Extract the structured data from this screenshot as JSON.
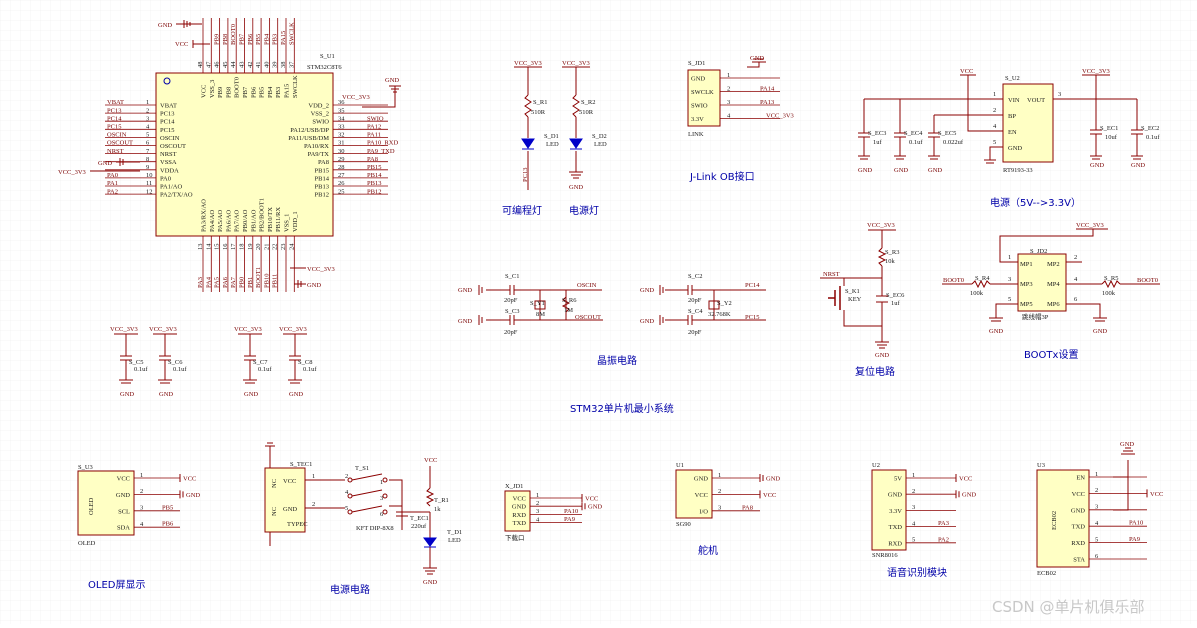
{
  "mcu": {
    "ref": "S_U1",
    "part": "STM32C8T6",
    "vcc_label": "VCC",
    "gnd_label": "GND",
    "left_pins": [
      {
        "num": "1",
        "name": "VBAT",
        "net": "VBAT"
      },
      {
        "num": "2",
        "name": "PC13",
        "net": "PC13"
      },
      {
        "num": "3",
        "name": "PC14",
        "net": "PC14"
      },
      {
        "num": "4",
        "name": "PC15",
        "net": "PC15"
      },
      {
        "num": "5",
        "name": "OSCIN",
        "net": "OSCIN"
      },
      {
        "num": "6",
        "name": "OSCOUT",
        "net": "OSCOUT"
      },
      {
        "num": "7",
        "name": "NRST",
        "net": "NRST"
      },
      {
        "num": "8",
        "name": "VSSA",
        "net": "GND"
      },
      {
        "num": "9",
        "name": "VDDA",
        "net": "VCC_3V3"
      },
      {
        "num": "10",
        "name": "PA0",
        "net": "PA0"
      },
      {
        "num": "11",
        "name": "PA1/AO",
        "net": "PA1"
      },
      {
        "num": "12",
        "name": "PA2/TX/AO",
        "net": "PA2"
      }
    ],
    "right_pins": [
      {
        "num": "36",
        "name": "VDD_2",
        "net": "VCC_3V3"
      },
      {
        "num": "35",
        "name": "VSS_2",
        "net": ""
      },
      {
        "num": "34",
        "name": "SWIO",
        "net": "SWIO"
      },
      {
        "num": "33",
        "name": "PA12/USB/DP",
        "net": "PA12"
      },
      {
        "num": "32",
        "name": "PA11/USB/DM",
        "net": "PA11"
      },
      {
        "num": "31",
        "name": "PA10/RX",
        "net": "PA10_RXD"
      },
      {
        "num": "30",
        "name": "PA9/TX",
        "net": "PA9_TXD"
      },
      {
        "num": "29",
        "name": "PA8",
        "net": "PA8"
      },
      {
        "num": "28",
        "name": "PB15",
        "net": "PB15"
      },
      {
        "num": "27",
        "name": "PB14",
        "net": "PB14"
      },
      {
        "num": "26",
        "name": "PB13",
        "net": "PB13"
      },
      {
        "num": "25",
        "name": "PB12",
        "net": "PB12"
      }
    ],
    "top_pins": [
      {
        "num": "48",
        "name": "VCC"
      },
      {
        "num": "47",
        "name": "VSS_3"
      },
      {
        "num": "46",
        "name": "PB9"
      },
      {
        "num": "45",
        "name": "PB8"
      },
      {
        "num": "44",
        "name": "BOOT0"
      },
      {
        "num": "43",
        "name": "PB7"
      },
      {
        "num": "42",
        "name": "PB6"
      },
      {
        "num": "41",
        "name": "PB5"
      },
      {
        "num": "40",
        "name": "PB4"
      },
      {
        "num": "39",
        "name": "PB3"
      },
      {
        "num": "38",
        "name": "PA15"
      },
      {
        "num": "37",
        "name": "SWCLK"
      }
    ],
    "top_nets": [
      "",
      "",
      "PB9",
      "PB8",
      "BOOT0",
      "PB7",
      "PB6",
      "PB5",
      "PB4",
      "PB3",
      "PA15",
      "SWCLK"
    ],
    "bottom_pins": [
      {
        "num": "13",
        "name": "PA3/RX/AO"
      },
      {
        "num": "14",
        "name": "PA4/AO"
      },
      {
        "num": "15",
        "name": "PA5/AO"
      },
      {
        "num": "16",
        "name": "PA6/AO"
      },
      {
        "num": "17",
        "name": "PA7/AO"
      },
      {
        "num": "18",
        "name": "PB0/AO"
      },
      {
        "num": "19",
        "name": "PB1/AO"
      },
      {
        "num": "20",
        "name": "PB2/BOOT1"
      },
      {
        "num": "21",
        "name": "PB10/TX"
      },
      {
        "num": "22",
        "name": "PB11/RX"
      },
      {
        "num": "23",
        "name": "VSS_1"
      },
      {
        "num": "24",
        "name": "VDD_1"
      }
    ],
    "bottom_nets": [
      "PA3",
      "PA4",
      "PA5",
      "PA6",
      "PA7",
      "PB0",
      "PB1",
      "BOOT1",
      "PB10",
      "PB11",
      "",
      ""
    ],
    "power_net": "VCC_3V3",
    "gnd_net": "GND"
  },
  "decoupling": [
    {
      "ref": "S_C5",
      "value": "0.1uf",
      "vcc": "VCC_3V3",
      "gnd": "GND"
    },
    {
      "ref": "S_C6",
      "value": "0.1uf",
      "vcc": "VCC_3V3",
      "gnd": "GND"
    },
    {
      "ref": "S_C7",
      "value": "0.1uf",
      "vcc": "VCC_3V3",
      "gnd": "GND"
    },
    {
      "ref": "S_C8",
      "value": "0.1uf",
      "vcc": "VCC_3V3",
      "gnd": "GND"
    }
  ],
  "leds": {
    "caption_prog": "可编程灯",
    "caption_power": "电源灯",
    "prog": {
      "vcc": "VCC_3V3",
      "r_ref": "S_R1",
      "r_val": "510R",
      "d_ref": "S_D1",
      "d_val": "LED",
      "net": "PC13"
    },
    "power": {
      "vcc": "VCC_3V3",
      "r_ref": "S_R2",
      "r_val": "510R",
      "d_ref": "S_D2",
      "d_val": "LED",
      "gnd": "GND"
    }
  },
  "jlink": {
    "ref": "S_JD1",
    "part": "LINK",
    "caption": "J-Link OB接口",
    "gnd": "GND",
    "pins": [
      {
        "num": "1",
        "name": "GND",
        "net": ""
      },
      {
        "num": "2",
        "name": "SWCLK",
        "net": "PA14"
      },
      {
        "num": "3",
        "name": "SWIO",
        "net": "PA13"
      },
      {
        "num": "4",
        "name": "3.3V",
        "net": "VCC_3V3"
      }
    ]
  },
  "power_reg": {
    "caption": "电源（5V-->3.3V）",
    "ref": "S_U2",
    "part": "RT9193-33",
    "vin": "VCC",
    "vout": "VCC_3V3",
    "pins": [
      {
        "num": "1",
        "name": "VIN"
      },
      {
        "num": "2",
        "name": "BP"
      },
      {
        "num": "3",
        "name": "VOUT"
      },
      {
        "num": "4",
        "name": "EN"
      },
      {
        "num": "5",
        "name": "GND"
      }
    ],
    "right_pin_names": [
      "VOUT"
    ],
    "caps": [
      {
        "ref": "S_EC3",
        "value": "1uf",
        "gnd": "GND"
      },
      {
        "ref": "S_EC4",
        "value": "0.1uf",
        "gnd": "GND"
      },
      {
        "ref": "S_EC5",
        "value": "0.022uf",
        "gnd": "GND"
      },
      {
        "ref": "S_EC1",
        "value": "10uf",
        "gnd": "GND"
      },
      {
        "ref": "S_EC2",
        "value": "0.1uf",
        "gnd": "GND"
      }
    ]
  },
  "crystal": {
    "caption": "晶振电路",
    "hse": {
      "c1": "S_C1",
      "c1_val": "20pF",
      "c3": "S_C3",
      "c3_val": "20pF",
      "y": "S_Y1",
      "y_val": "8M",
      "r": "S_R6",
      "r_val": "1M",
      "in": "OSCIN",
      "out": "OSCOUT",
      "gnd": "GND"
    },
    "lse": {
      "c1": "S_C2",
      "c1_val": "20pF",
      "c3": "S_C4",
      "c3_val": "20pF",
      "y": "S_Y2",
      "y_val": "32.768K",
      "in": "PC14",
      "out": "PC15",
      "gnd": "GND"
    }
  },
  "reset": {
    "caption": "复位电路",
    "vcc": "VCC_3V3",
    "r_ref": "S_R3",
    "r_val": "10k",
    "k_ref": "S_K1",
    "k_val": "KEY",
    "c_ref": "S_EC6",
    "c_val": "1uf",
    "net": "NRST",
    "gnd": "GND"
  },
  "boot": {
    "caption": "BOOTx设置",
    "ref": "S_JD2",
    "part": "跳线帽3P",
    "vcc": "VCC_3V3",
    "pins": [
      {
        "num": "1",
        "name": "MP1"
      },
      {
        "num": "2",
        "name": "MP2"
      },
      {
        "num": "3",
        "name": "MP3"
      },
      {
        "num": "4",
        "name": "MP4"
      },
      {
        "num": "5",
        "name": "MP5"
      },
      {
        "num": "6",
        "name": "MP6"
      }
    ],
    "r4": "S_R4",
    "r4_val": "100k",
    "r5": "S_R5",
    "r5_val": "100k",
    "net_left": "BOOT0",
    "net_right": "BOOT0",
    "gnd": "GND"
  },
  "title": "STM32单片机最小系统",
  "oled": {
    "caption": "OLED屏显示",
    "ref": "S_U3",
    "part": "OLED",
    "body": "OLED",
    "pins": [
      {
        "num": "1",
        "name": "VCC",
        "net": "VCC"
      },
      {
        "num": "2",
        "name": "GND",
        "net": "GND"
      },
      {
        "num": "3",
        "name": "SCL",
        "net": "PB5"
      },
      {
        "num": "4",
        "name": "SDA",
        "net": "PB6"
      }
    ]
  },
  "power_input": {
    "caption": "电源电路",
    "tec_ref": "S_TEC1",
    "tec_part": "TYPEC",
    "tec_pins": [
      {
        "num": "1",
        "name": "VCC"
      },
      {
        "num": "2",
        "name": "GND"
      }
    ],
    "nc": "NC",
    "switch_ref": "T_S1",
    "switch_part": "KFT DIP-8X8",
    "switch_pins": [
      "1",
      "2",
      "3",
      "4",
      "5",
      "6"
    ],
    "r_ref": "T_R1",
    "r_val": "1k",
    "c_ref": "T_EC1",
    "c_val": "220uf",
    "d_ref": "T_D1",
    "d_val": "LED",
    "vcc": "VCC",
    "gnd": "GND"
  },
  "uart": {
    "ref": "X_JD1",
    "caption": "下载口",
    "pins": [
      {
        "num": "1",
        "name": "VCC",
        "net": "VCC"
      },
      {
        "num": "2",
        "name": "GND",
        "net": "GND"
      },
      {
        "num": "3",
        "name": "RXD",
        "net": "PA10"
      },
      {
        "num": "4",
        "name": "TXD",
        "net": "PA9"
      }
    ]
  },
  "servo": {
    "caption": "舵机",
    "ref": "U1",
    "part": "SG90",
    "pins": [
      {
        "num": "1",
        "name": "GND",
        "net": "GND"
      },
      {
        "num": "2",
        "name": "VCC",
        "net": "VCC"
      },
      {
        "num": "3",
        "name": "I/O",
        "net": "PA8"
      }
    ]
  },
  "voice": {
    "caption": "语音识别模块",
    "ref": "U2",
    "part": "SNR8016",
    "pins": [
      {
        "num": "1",
        "name": "5V",
        "net": "VCC"
      },
      {
        "num": "2",
        "name": "GND",
        "net": "GND"
      },
      {
        "num": "3",
        "name": "3.3V",
        "net": ""
      },
      {
        "num": "4",
        "name": "TXD",
        "net": "PA3"
      },
      {
        "num": "5",
        "name": "RXD",
        "net": "PA2"
      }
    ]
  },
  "ecb": {
    "ref": "U3",
    "part": "ECB02",
    "body": "ECB02",
    "pins": [
      {
        "num": "1",
        "name": "EN",
        "net": ""
      },
      {
        "num": "2",
        "name": "VCC",
        "net": "VCC"
      },
      {
        "num": "3",
        "name": "GND",
        "net": ""
      },
      {
        "num": "4",
        "name": "TXD",
        "net": "PA10"
      },
      {
        "num": "5",
        "name": "RXD",
        "net": "PA9"
      },
      {
        "num": "6",
        "name": "STA",
        "net": ""
      }
    ],
    "gnd": "GND"
  },
  "watermark": "CSDN @单片机俱乐部",
  "colors": {
    "wire": "#8b0000",
    "body": "#ffffc4",
    "body_stroke": "#8b0000",
    "caption": "#0000a8",
    "grid": "#ececec"
  }
}
